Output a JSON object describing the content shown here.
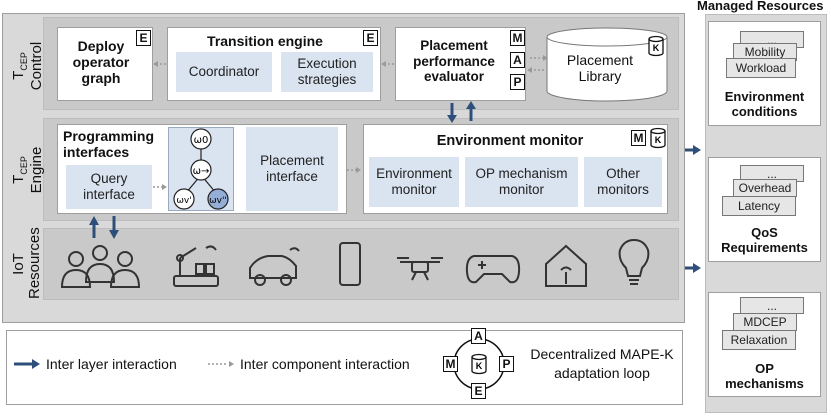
{
  "managed_resources": "Managed Resources",
  "layers": {
    "control": {
      "label_t": "T",
      "label_sub": "CEP",
      "label_rest": "Control"
    },
    "engine": {
      "label_t": "T",
      "label_sub": "CEP",
      "label_rest": "Engine"
    },
    "iot": {
      "label": "IoT",
      "label2": "Resources"
    }
  },
  "control": {
    "deploy": {
      "title": "Deploy operator graph",
      "line1": "Deploy",
      "line2": "operator",
      "line3": "graph",
      "tag": "E"
    },
    "transition": {
      "title": "Transition engine",
      "tag": "E",
      "coordinator": "Coordinator",
      "exec1": "Execution",
      "exec2": "strategies"
    },
    "evaluator": {
      "line1": "Placement",
      "line2": "performance",
      "line3": "evaluator",
      "tags": [
        "M",
        "A",
        "P"
      ]
    },
    "library": {
      "line1": "Placement",
      "line2": "Library",
      "tag": "K"
    }
  },
  "engine": {
    "prog": {
      "line1": "Programming",
      "line2": "interfaces",
      "query1": "Query",
      "query2": "interface"
    },
    "graph": {
      "n0": "ω0",
      "n1": "ω→",
      "n2": "ωv'",
      "n3": "ωv''"
    },
    "placement_interface": {
      "line1": "Placement",
      "line2": "interface"
    },
    "env_monitor": {
      "title": "Environment monitor",
      "tags": [
        "M",
        "K"
      ],
      "m1a": "Environment",
      "m1b": "monitor",
      "m2a": "OP mechanism",
      "m2b": "monitor",
      "m3a": "Other",
      "m3b": "monitors"
    }
  },
  "iot_icons": [
    "users-icon",
    "robot-arm-icon",
    "car-icon",
    "smartphone-icon",
    "drone-icon",
    "gamepad-icon",
    "smart-home-icon",
    "smart-bulb-icon"
  ],
  "right": {
    "env": {
      "items": [
        "...",
        "Mobility",
        "Workload"
      ],
      "title1": "Environment",
      "title2": "conditions"
    },
    "qos": {
      "items": [
        "...",
        "Overhead",
        "Latency"
      ],
      "title1": "QoS",
      "title2": "Requirements"
    },
    "op": {
      "items": [
        "...",
        "MDCEP",
        "Relaxation"
      ],
      "title1": "OP",
      "title2": "mechanisms"
    }
  },
  "legend": {
    "inter_layer": "Inter layer interaction",
    "inter_component": "Inter component interaction",
    "mapek1": "Decentralized MAPE-K",
    "mapek2": "adaptation loop",
    "loop": {
      "a": "A",
      "m": "M",
      "k": "K",
      "p": "P",
      "e": "E"
    }
  },
  "colors": {
    "band": "#d9d9d9",
    "blue_box": "#dae3f0",
    "arrow": "#2e4f7a"
  }
}
